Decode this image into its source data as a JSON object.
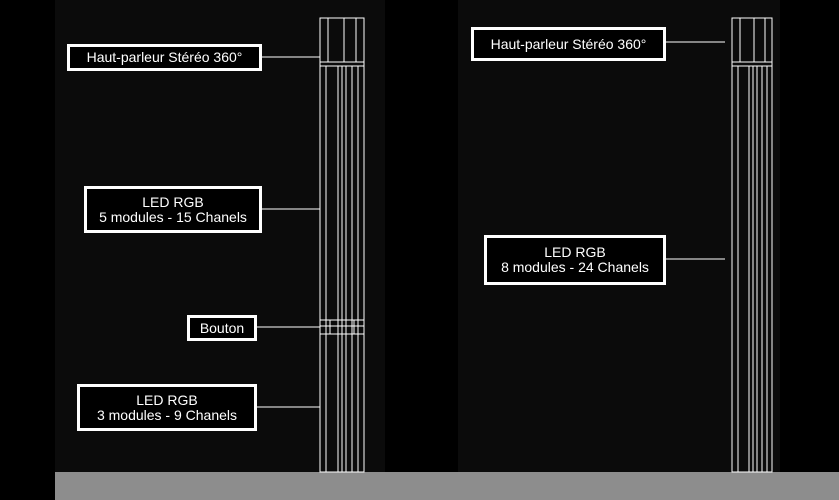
{
  "left": {
    "speaker_label": "Haut-parleur Stéréo 360°",
    "led_top": {
      "title": "LED  RGB",
      "detail": "5 modules - 15 Chanels"
    },
    "button_label": "Bouton",
    "led_bottom": {
      "title": "LED  RGB",
      "detail": "3 modules - 9 Chanels"
    }
  },
  "right": {
    "speaker_label": "Haut-parleur Stéréo 360°",
    "led": {
      "title": "LED  RGB",
      "detail": "8 modules - 24 Chanels"
    }
  },
  "colors": {
    "background": "#000000",
    "panel": "#0b0b0b",
    "lines": "#ffffff",
    "floor": "#8d8d8d"
  }
}
